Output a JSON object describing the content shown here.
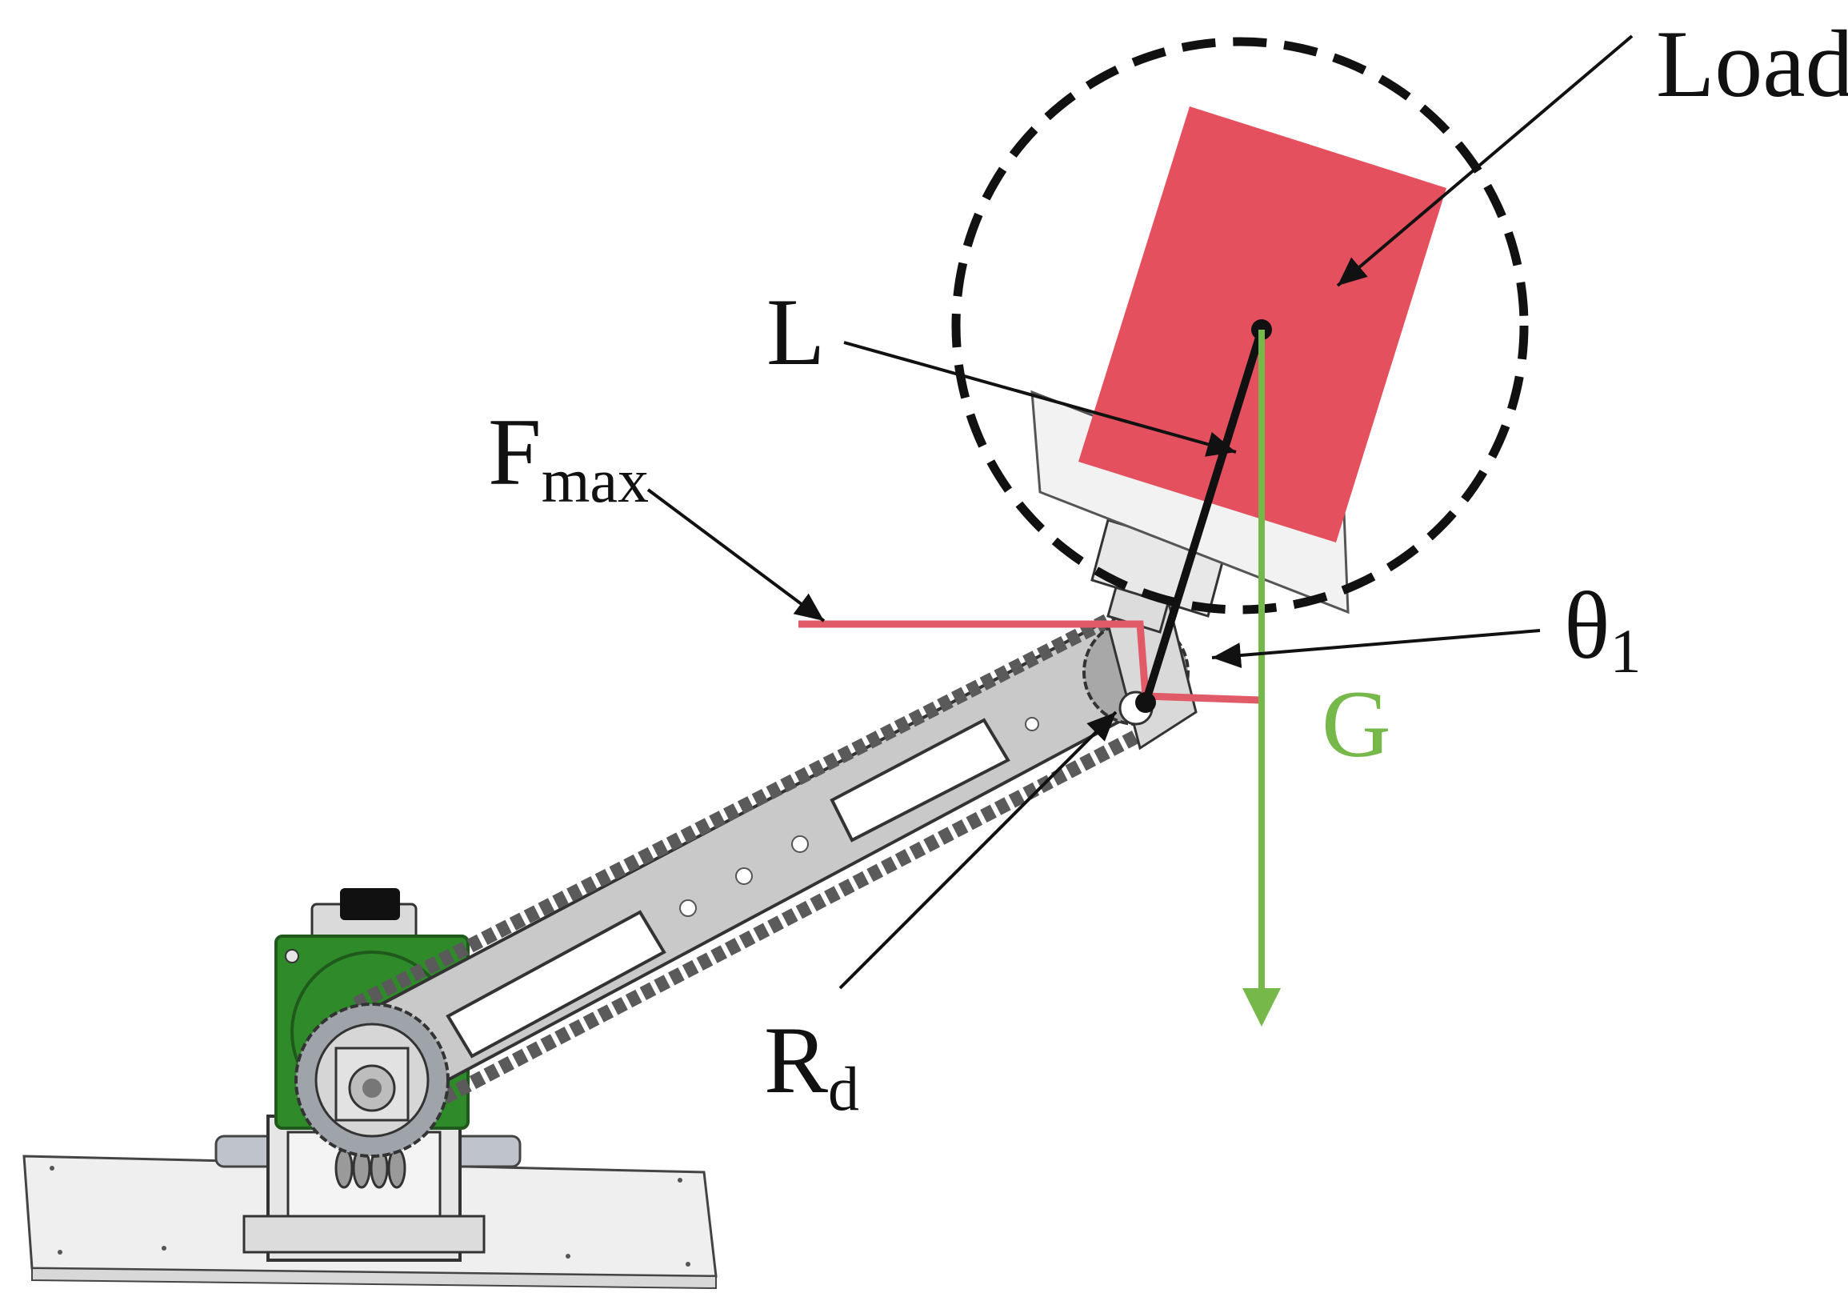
{
  "labels": {
    "load": "Load",
    "length": "L",
    "force_main": "F",
    "force_sub": "max",
    "theta_main": "θ",
    "theta_sub": "1",
    "gravity": "G",
    "radius_main": "R",
    "radius_sub": "d"
  },
  "colors": {
    "load_fill": "#e5505f",
    "force_line": "#e05a68",
    "gravity_arrow": "#76b84a",
    "gravity_label": "#76b84a",
    "link_line": "#111111",
    "motor_housing": "#2f8a2a",
    "arm_metal": "#c9c9c9",
    "chain": "#5a5a5a",
    "base_plate": "#ececec"
  },
  "icons": {
    "load_region": "dashed-circle",
    "arm": "robotic-arm-chain-drive"
  }
}
